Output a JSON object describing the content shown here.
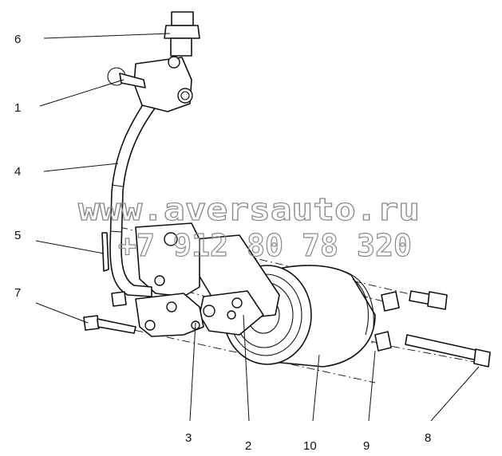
{
  "callouts": {
    "c1": "1",
    "c2": "2",
    "c3": "3",
    "c4": "4",
    "c5": "5",
    "c6": "6",
    "c7": "7",
    "c8": "8",
    "c9": "9",
    "c10": "10"
  },
  "watermark": {
    "site": "www.aversauto.ru",
    "phone": "+7 912 80 78 320"
  }
}
